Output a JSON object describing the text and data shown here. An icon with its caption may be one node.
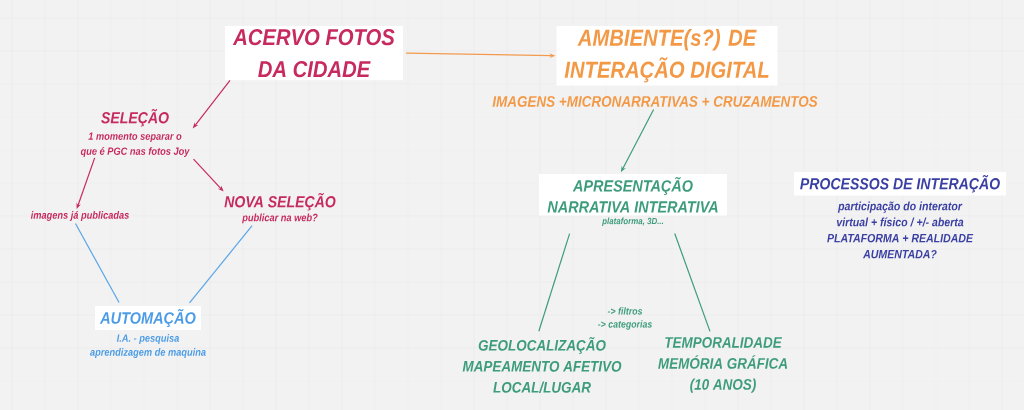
{
  "diagram": {
    "nodes": [
      {
        "text": [
          "ACERVO FOTOS DA CIDADE"
        ]
      },
      {
        "text": [
          "AMBIENTE(s?) DE INTERAÇÃO DIGITAL"
        ]
      },
      {
        "text": [
          "IMAGENS +MICRONARRATIVAS + CRUZAMENTOS"
        ]
      },
      {
        "text": [
          "SELEÇÃO",
          "1 momento separar o que é PGC nas fotos Joy"
        ]
      },
      {
        "text": [
          "imagens já publicadas"
        ]
      },
      {
        "text": [
          "NOVA SELEÇÃO",
          "publicar na web?"
        ]
      },
      {
        "text": [
          "APRESENTAÇÃO NARRATIVA INTERATIVA",
          "plataforma, 3D..."
        ]
      },
      {
        "text": [
          "PROCESSOS DE INTERAÇÃO",
          "participação do interator virtual + físico / +/- aberta PLATAFORMA + REALIDADE AUMENTADA?"
        ]
      },
      {
        "text": [
          "AUTOMAÇÃO",
          "I.A. - pesquisa aprendizagem de maquina"
        ]
      },
      {
        "text": [
          "GEOLOCALIZAÇÃO MAPEAMENTO AFETIVO LOCAL/LUGAR"
        ]
      },
      {
        "text": [
          "TEMPORALIDADE MEMÓRIA GRÁFICA (10 ANOS)"
        ]
      }
    ],
    "edges": [
      {
        "from": 0,
        "to": 1,
        "arrow": "to",
        "color": "#f29a4e"
      },
      {
        "from": 0,
        "to": 3,
        "arrow": "to",
        "color": "#c62a5e"
      },
      {
        "from": 3,
        "to": 4,
        "arrow": "to",
        "color": "#c62a5e"
      },
      {
        "from": 3,
        "to": 5,
        "arrow": "to",
        "color": "#c62a5e"
      },
      {
        "from": 2,
        "to": 6,
        "arrow": "to",
        "color": "#3d9c7b"
      },
      {
        "from": 4,
        "to": 8,
        "arrow": "none",
        "color": "#5aa5ea"
      },
      {
        "from": 5,
        "to": 8,
        "arrow": "none",
        "color": "#5aa5ea"
      },
      {
        "from": 6,
        "to": 9,
        "arrow": "none",
        "color": "#3d9c7b"
      },
      {
        "from": 6,
        "to": 10,
        "arrow": "none",
        "color": "#3d9c7b"
      }
    ],
    "labels": [
      "-> filtros",
      "-> categorias"
    ]
  }
}
